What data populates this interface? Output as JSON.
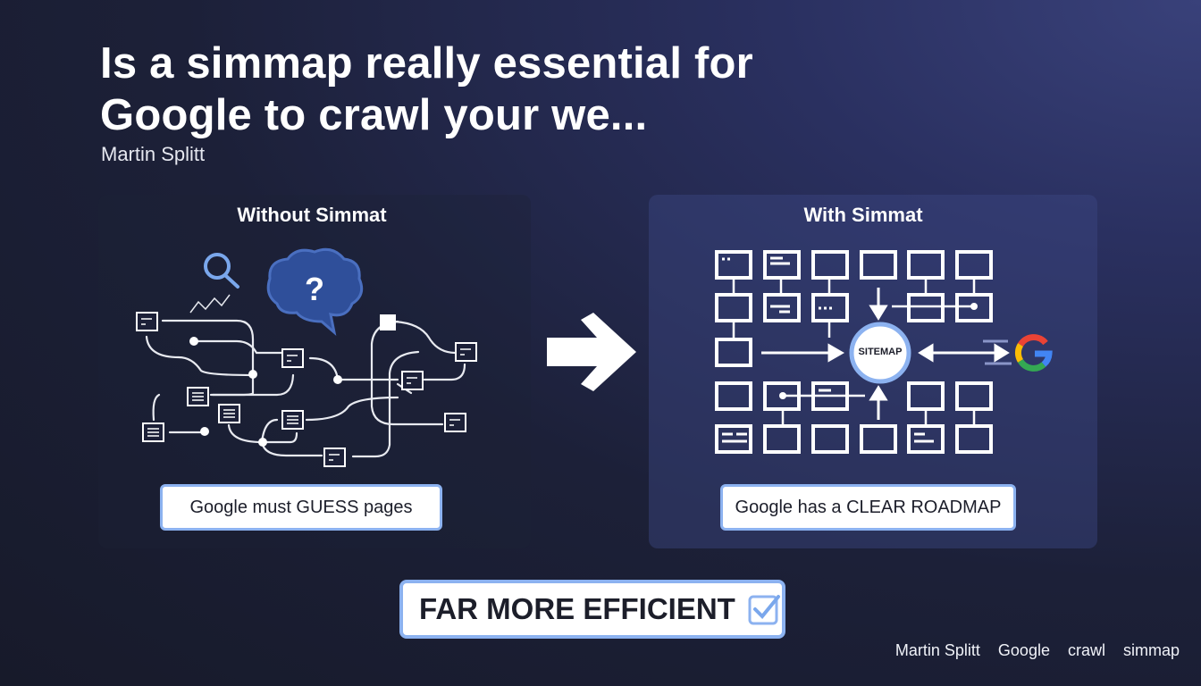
{
  "title": {
    "line1": "Is a simmap really essential for",
    "line2": "Google to crawl your we..."
  },
  "author": "Martin Splitt",
  "left_panel": {
    "heading": "Without Simmat",
    "caption": "Google must GUESS pages",
    "icons": [
      "search-icon",
      "question-brain-icon"
    ]
  },
  "right_panel": {
    "heading": "With Simmat",
    "caption": "Google has a CLEAR ROADMAP",
    "center_label": "SITEMAP",
    "icons": [
      "google-g-icon"
    ]
  },
  "center_arrow": "arrow-right-icon",
  "banner": {
    "label": "FAR MORE EFFICIENT",
    "icon": "checkbox-checked-icon"
  },
  "tags": [
    "Martin Splitt",
    "Google",
    "crawl",
    "simmap"
  ],
  "colors": {
    "accent": "#8cb2f0",
    "brain": "#2f4f9a",
    "bg": "#1c2038"
  }
}
